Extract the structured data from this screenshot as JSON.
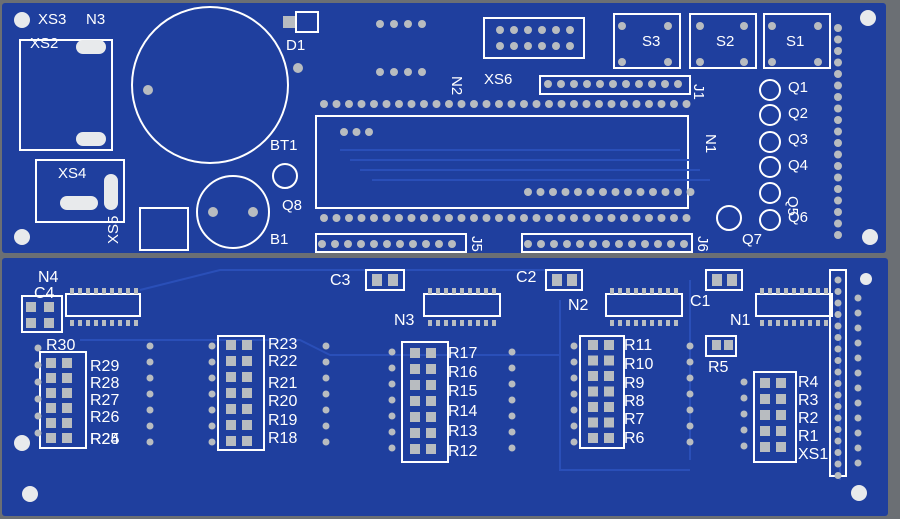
{
  "colors": {
    "board": "#1f3f9e",
    "board_dark": "#173384",
    "silk": "#ffffff",
    "pad": "#b8bcc0",
    "trace": "#2a4fb8",
    "background": "#6b6f74"
  },
  "top_board": {
    "labels": [
      "XS3",
      "N3",
      "XS2",
      "D1",
      "N2",
      "XS6",
      "S3",
      "S2",
      "S1",
      "J1",
      "Q1",
      "Q2",
      "Q3",
      "Q4",
      "Q5",
      "Q6",
      "N1",
      "BT1",
      "XS4",
      "Q8",
      "XS5",
      "Q7",
      "B1",
      "J5",
      "J6"
    ]
  },
  "bottom_board": {
    "labels": [
      "N4",
      "C4",
      "C3",
      "C2",
      "N3",
      "N2",
      "C1",
      "N1",
      "R30",
      "R29",
      "R28",
      "R27",
      "R26",
      "R25",
      "R24",
      "R23",
      "R22",
      "R21",
      "R20",
      "R19",
      "R18",
      "R17",
      "R16",
      "R15",
      "R14",
      "R13",
      "R12",
      "R11",
      "R10",
      "R9",
      "R8",
      "R7",
      "R6",
      "R5",
      "R4",
      "R3",
      "R2",
      "R1",
      "XS1"
    ]
  }
}
